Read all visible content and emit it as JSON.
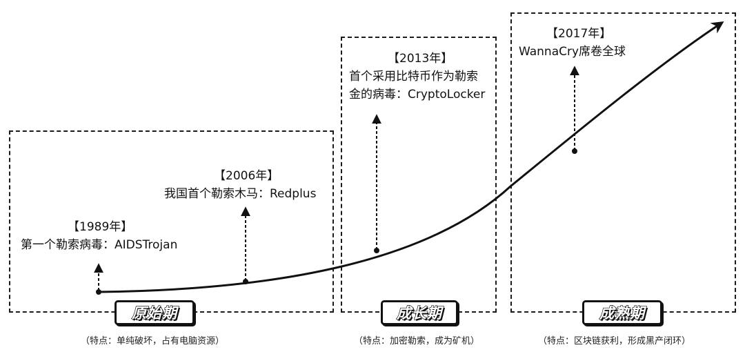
{
  "events": [
    {
      "year": "【1989年】",
      "text": "第一个勒索病毒：AIDSTrojan"
    },
    {
      "year": "【2006年】",
      "text": "我国首个勒索木马：Redplus"
    },
    {
      "year": "【2013年】",
      "text": "首个采用比特币作为勒索",
      "text2": "金的病毒：CryptoLocker"
    },
    {
      "year": "【2017年】",
      "text": "WannaCry席卷全球"
    }
  ],
  "phases": [
    {
      "name": "原始期",
      "feature": "（特点：单纯破坏，占有电脑资源）"
    },
    {
      "name": "成长期",
      "feature": "（特点：加密勒索，成为矿机）"
    },
    {
      "name": "成熟期",
      "feature": "（特点：区块链获利，形成黑产闭环）"
    }
  ]
}
